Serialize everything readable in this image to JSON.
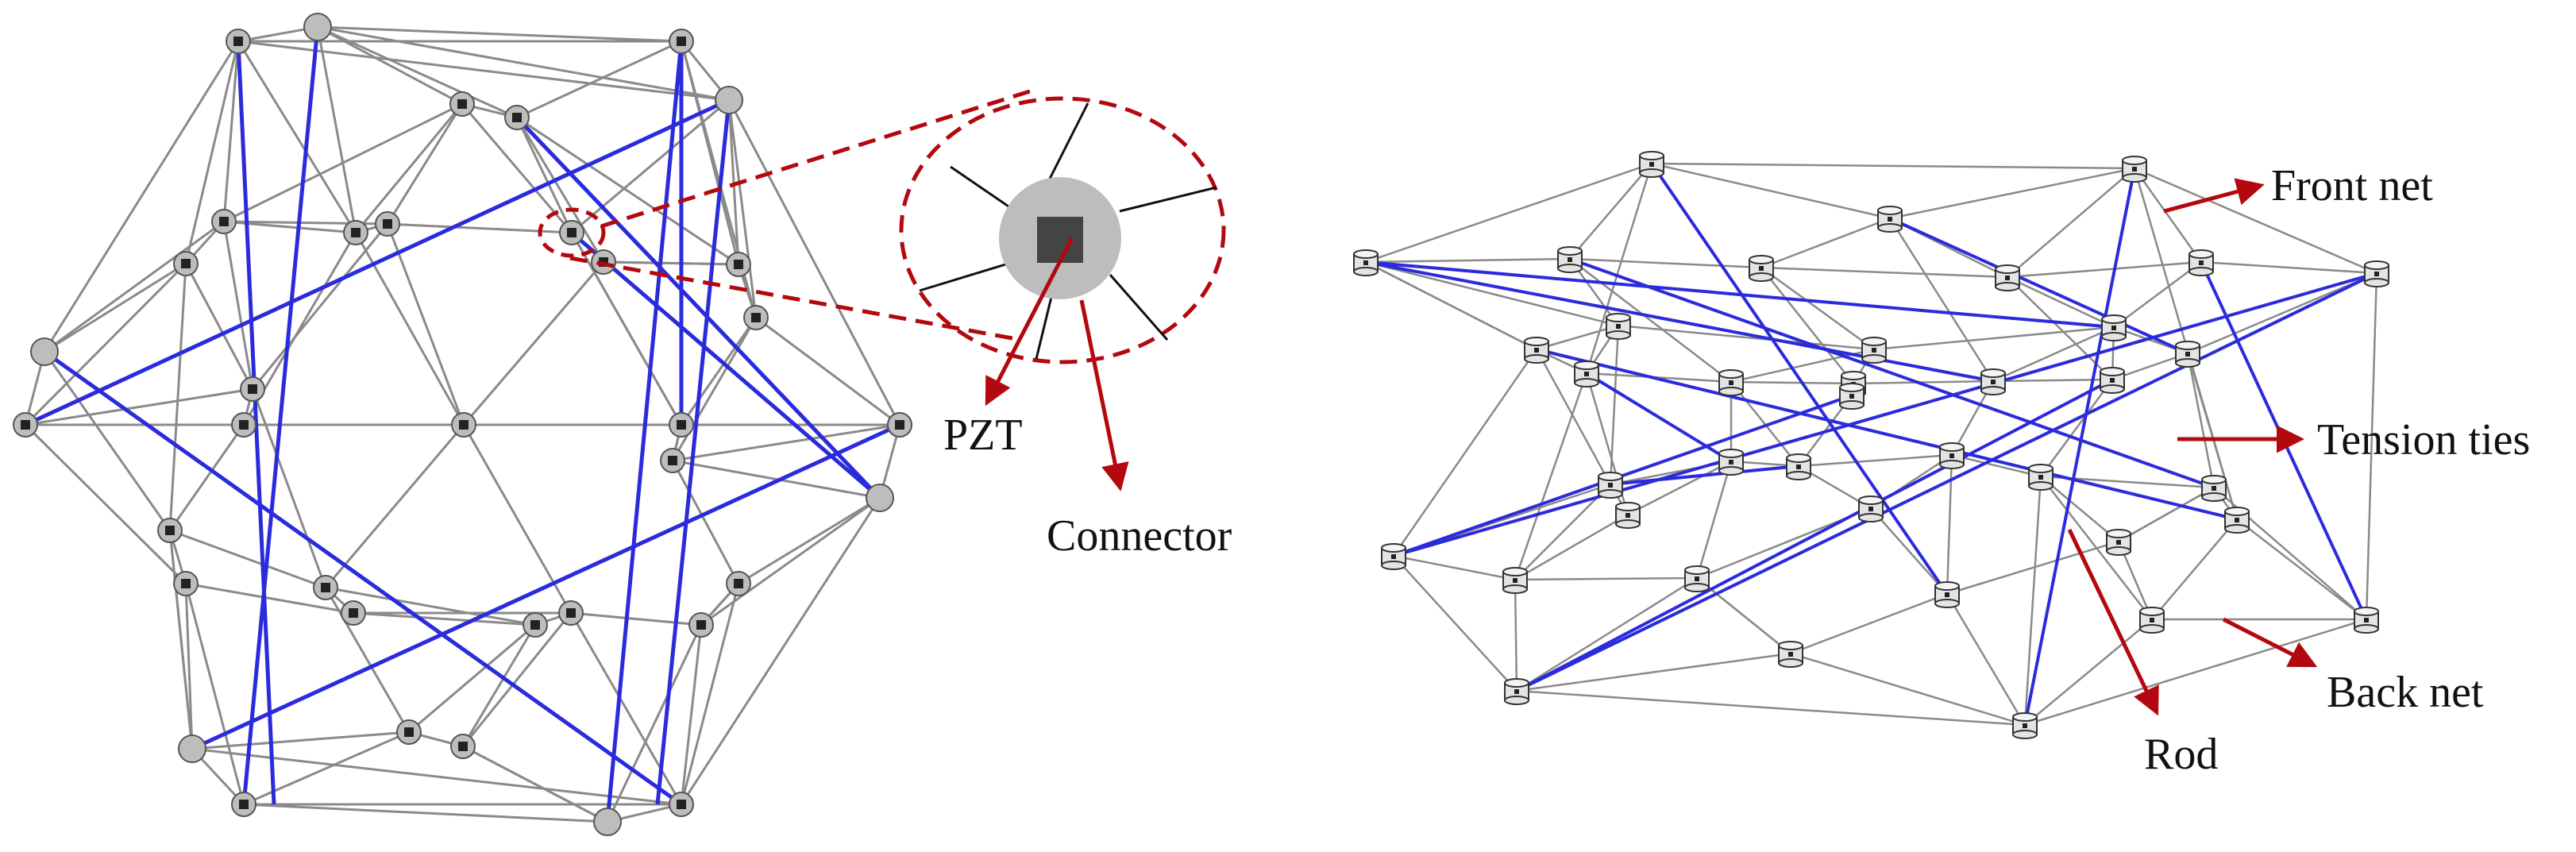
{
  "labels": {
    "pzt": "PZT",
    "connector": "Connector",
    "front_net": "Front net",
    "tension_ties": "Tension ties",
    "back_net": "Back net",
    "rod": "Rod"
  },
  "colors": {
    "rod": "#2b2bdc",
    "tie": "#8a8a8a",
    "annotation": "#b3080f",
    "node_fill": "#bdbdbd",
    "pzt_core": "#444444"
  }
}
